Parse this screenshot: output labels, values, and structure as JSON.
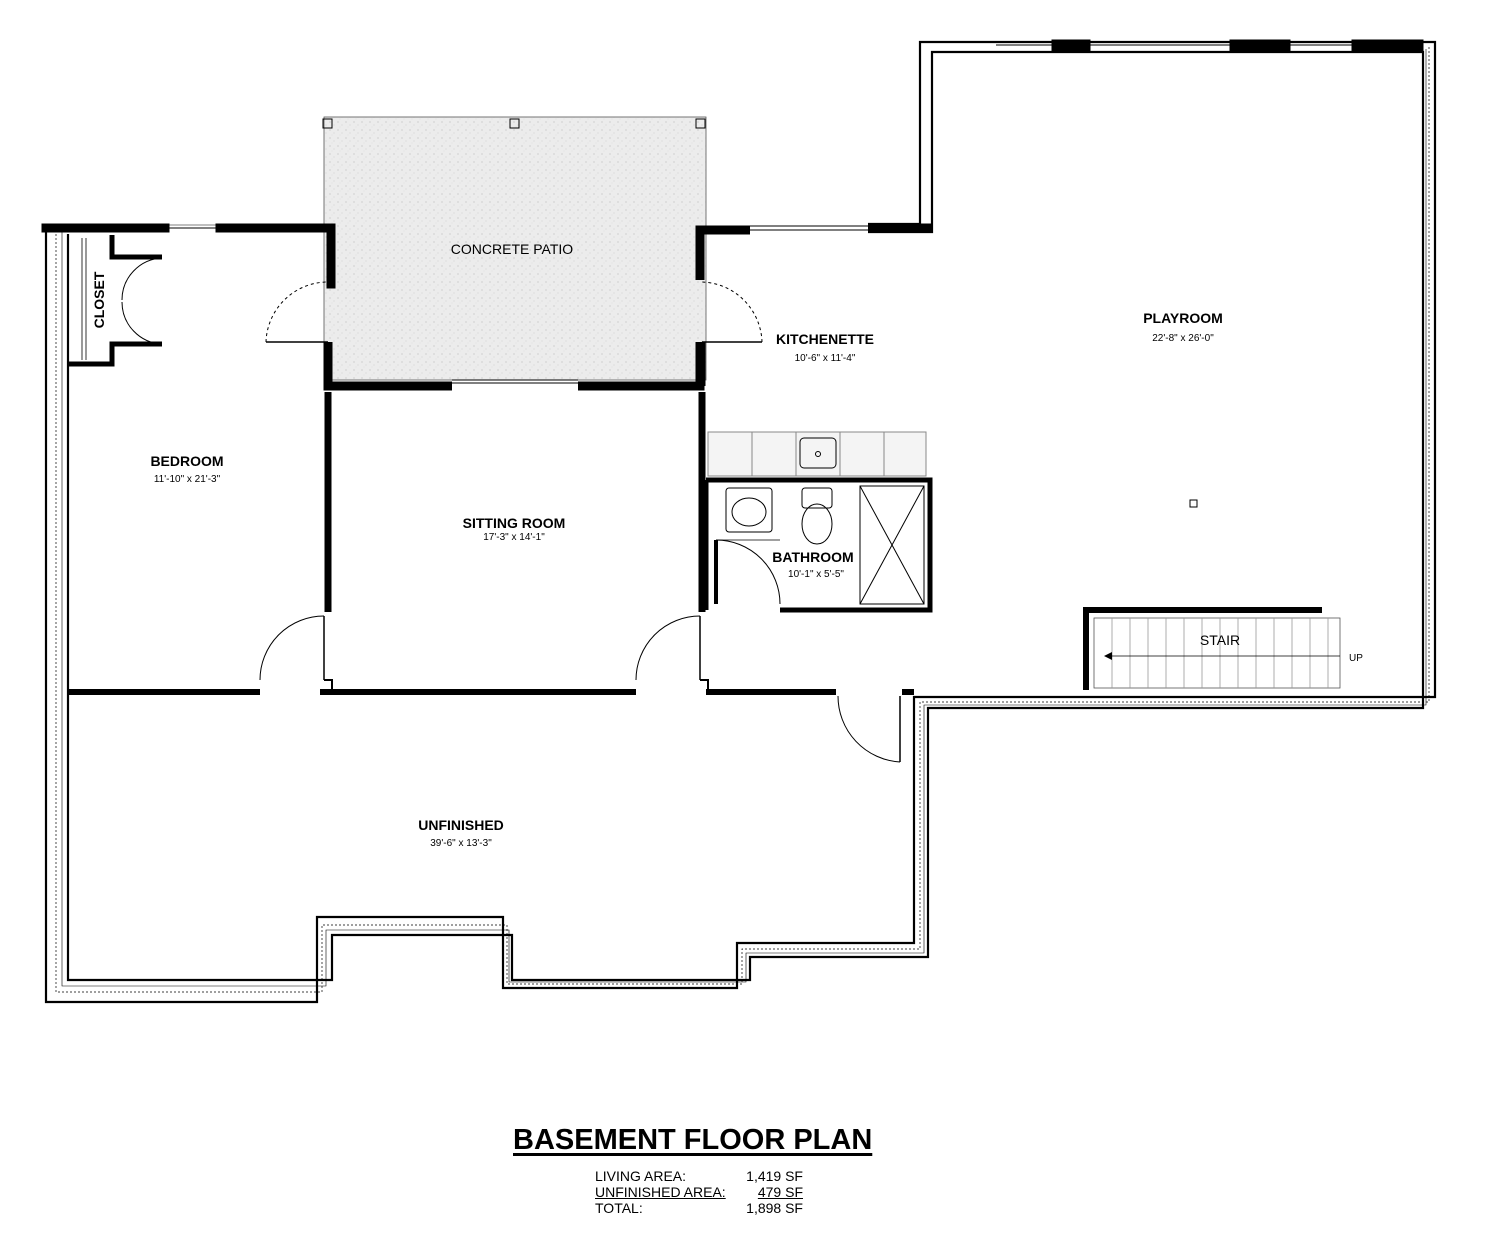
{
  "rooms": {
    "patio": {
      "name": "CONCRETE PATIO"
    },
    "closet": {
      "name": "CLOSET"
    },
    "kitchenette": {
      "name": "KITCHENETTE",
      "dims": "10'-6\" x 11'-4\""
    },
    "playroom": {
      "name": "PLAYROOM",
      "dims": "22'-8\" x 26'-0\""
    },
    "bedroom": {
      "name": "BEDROOM",
      "dims": "11'-10\" x 21'-3\""
    },
    "sitting_room": {
      "name": "SITTING ROOM",
      "dims": "17'-3\" x 14'-1\""
    },
    "bathroom": {
      "name": "BATHROOM",
      "dims": "10'-1\" x 5'-5\""
    },
    "unfinished": {
      "name": "UNFINISHED",
      "dims": "39'-6\" x 13'-3\""
    },
    "stair": {
      "name": "STAIR",
      "direction": "UP"
    }
  },
  "title_block": {
    "title": "BASEMENT FLOOR PLAN",
    "areas": [
      {
        "label": "LIVING AREA:",
        "value": "1,419 SF",
        "underlined": false
      },
      {
        "label": "UNFINISHED AREA:",
        "value": "479 SF",
        "underlined": true
      },
      {
        "label": "TOTAL:",
        "value": "1,898 SF",
        "underlined": false
      }
    ]
  },
  "colors": {
    "wall": "#000000",
    "patio_fill": "#e6e6e6",
    "background": "#ffffff"
  }
}
